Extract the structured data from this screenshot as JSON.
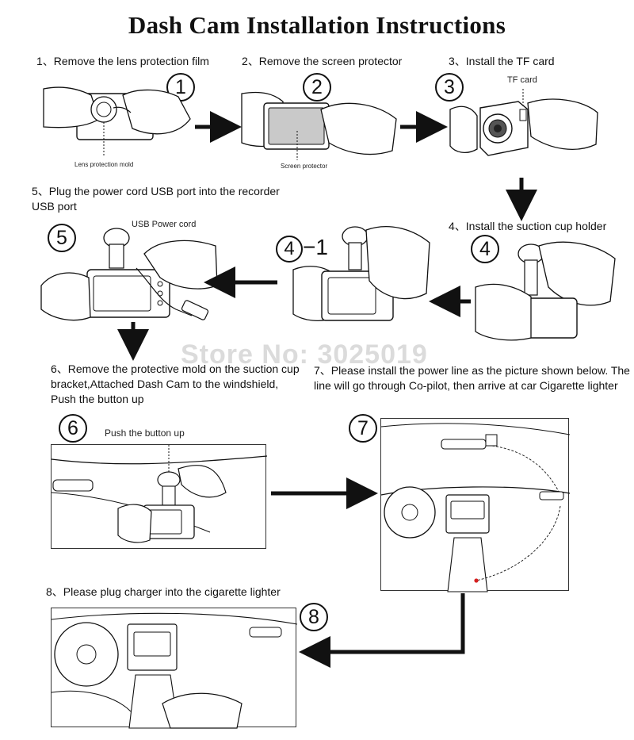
{
  "title": "Dash Cam Installation Instructions",
  "steps": {
    "s1": {
      "num": "1",
      "caption": "1、Remove the lens protection film",
      "label": "Lens protection mold"
    },
    "s2": {
      "num": "2",
      "caption": "2、Remove the screen protector",
      "label": "Screen protector"
    },
    "s3": {
      "num": "3",
      "caption": "3、Install the TF card",
      "label": "TF card"
    },
    "s4": {
      "num": "4",
      "caption": "4、Install the suction cup holder"
    },
    "s41": {
      "num": "4",
      "suffix": "−1"
    },
    "s5": {
      "num": "5",
      "caption": "5、Plug the power cord USB port into the recorder USB port",
      "label": "USB Power cord"
    },
    "s6": {
      "num": "6",
      "caption": "6、Remove the protective mold on the suction cup bracket,Attached Dash Cam to the windshield, Push the button up",
      "label": "Push the button up"
    },
    "s7": {
      "num": "7",
      "caption": "7、Please install the power line as the picture shown below. The line will go through Co-pilot, then arrive at car Cigarette lighter"
    },
    "s8": {
      "num": "8",
      "caption": "8、Please plug charger into the cigarette lighter"
    }
  },
  "watermark": "Store No: 3025019",
  "colors": {
    "ink": "#111111",
    "paper": "#ffffff",
    "watermark": "#bebebe",
    "red_dot": "#d62020"
  }
}
